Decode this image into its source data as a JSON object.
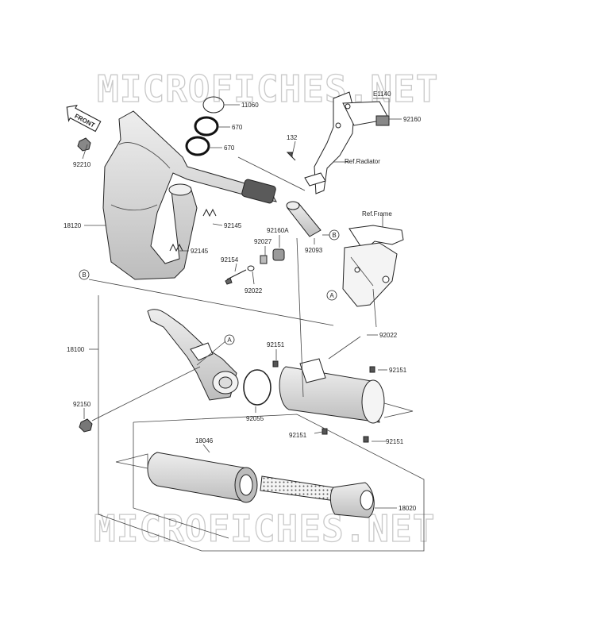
{
  "watermark": "MICROFICHES.NET",
  "front_tag": "FRONT",
  "refs": {
    "radiator": "Ref.Radiator",
    "frame": "Ref.Frame"
  },
  "callouts": {
    "a": "A",
    "b": "B"
  },
  "parts": {
    "p11060": "11060",
    "p670a": "670",
    "p670b": "670",
    "pE1140": "E1140",
    "p92160": "92160",
    "p132": "132",
    "p92210": "92210",
    "p18120": "18120",
    "p92145a": "92145",
    "p92145b": "92145",
    "p92160A": "92160A",
    "p92027": "92027",
    "p92154": "92154",
    "p92022a": "92022",
    "p92093": "92093",
    "p18100": "18100",
    "p92150": "92150",
    "p92022b": "92022",
    "p92151a": "92151",
    "p92151b": "92151",
    "p92151c": "92151",
    "p92151d": "92151",
    "p92055": "92055",
    "p18046": "18046",
    "p18020": "18020"
  }
}
